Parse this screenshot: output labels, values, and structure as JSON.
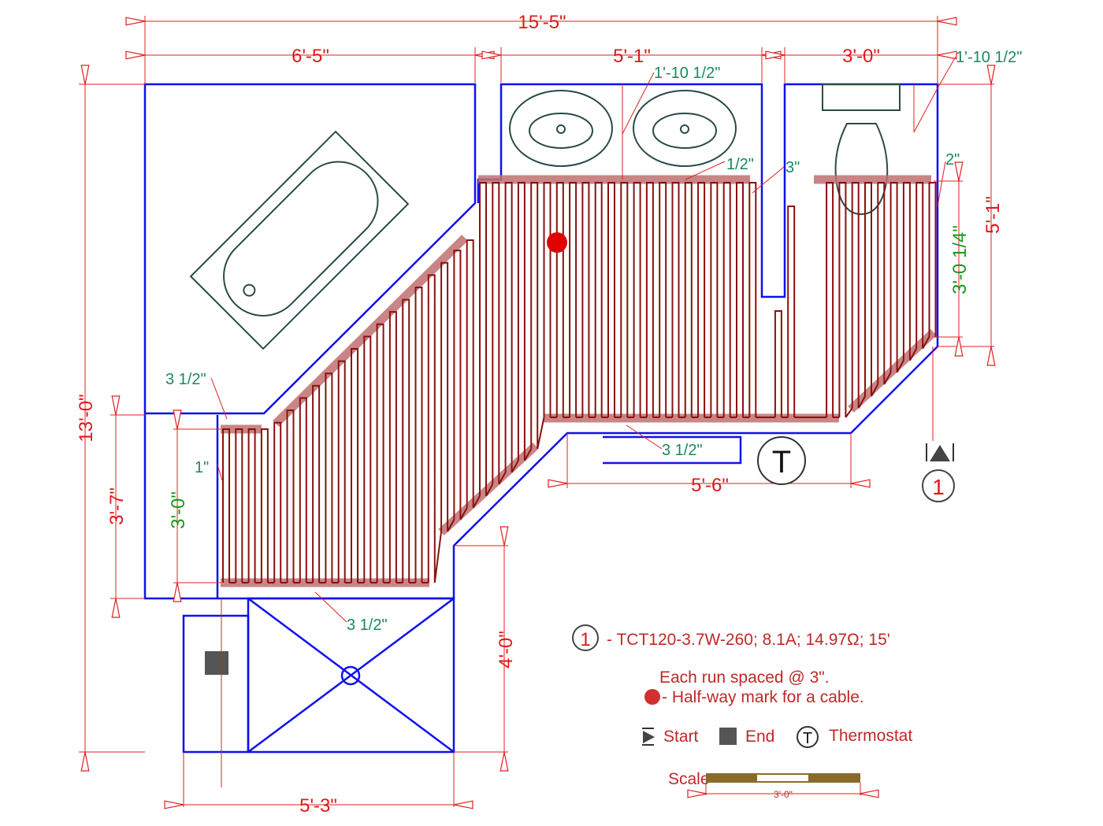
{
  "dimensions": {
    "overall_width": "15'-5\"",
    "tub_width": "6'-5\"",
    "vanity_width": "5'-1\"",
    "toilet_width": "3'-0\"",
    "overall_height": "13'-0\"",
    "left_height": "3'-7\"",
    "right_height": "5'-1\"",
    "shower_height": "4'-0\"",
    "shower_width": "5'-3\"",
    "bottom_run": "5'-6\""
  },
  "offsets": {
    "vanity_offset": "1'-10 1/2\"",
    "toilet_offset": "1'-10 1/2\"",
    "half_inch": "1/2\"",
    "three_inch": "3\"",
    "two_inch": "2\"",
    "left_top": "3 1/2\"",
    "one_inch": "1\"",
    "bottom_mid": "3 1/2\"",
    "bottom_left": "3 1/2\"",
    "cable_left_height": "3'-0\"",
    "cable_right_height": "3'-0 1/4\""
  },
  "markers": {
    "thermostat": "T",
    "cable_number": "1"
  },
  "legend": {
    "cable_number": "1",
    "cable_spec": "- TCT120-3.7W-260; 8.1A; 14.97Ω; 15'",
    "spacing_note": "Each run spaced @ 3\".",
    "halfway_note": "- Half-way mark for a cable.",
    "start_label": "Start",
    "end_label": "End",
    "thermostat_symbol": "T",
    "thermostat_label": "Thermostat",
    "scale_label": "Scale",
    "scale_length": "3'-0\""
  },
  "colors": {
    "wall": "#1010f0",
    "dimension": "#e02020",
    "cable": "#8a1010",
    "halfway": "#e00000"
  }
}
